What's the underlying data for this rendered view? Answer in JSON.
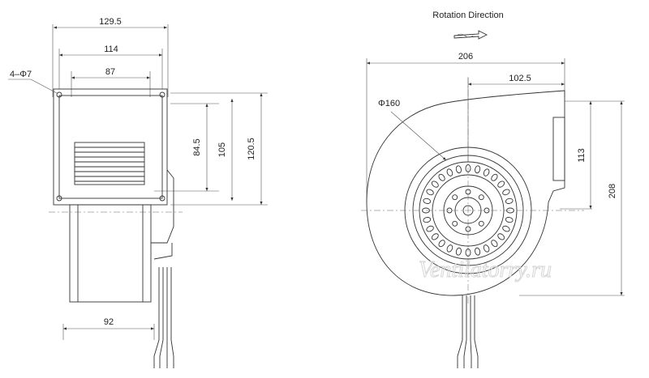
{
  "labels": {
    "rotation": "Rotation  Direction",
    "hole_spec": "4–Φ7",
    "watermark": "Ventilatorry.ru"
  },
  "side_view": {
    "dim_overall_width": "129.5",
    "dim_mount_spacing": "114",
    "dim_inlet_width": "87",
    "dim_height_inner": "84.5",
    "dim_height_mount": "105",
    "dim_height_overall": "120.5",
    "dim_outlet_width": "92"
  },
  "front_view": {
    "dim_width": "206",
    "dim_half_width": "102.5",
    "dim_diameter": "Φ160",
    "dim_outlet_height": "113",
    "dim_total_height": "208"
  },
  "icons": {
    "rotation_arrow": "right-arrow-icon"
  }
}
